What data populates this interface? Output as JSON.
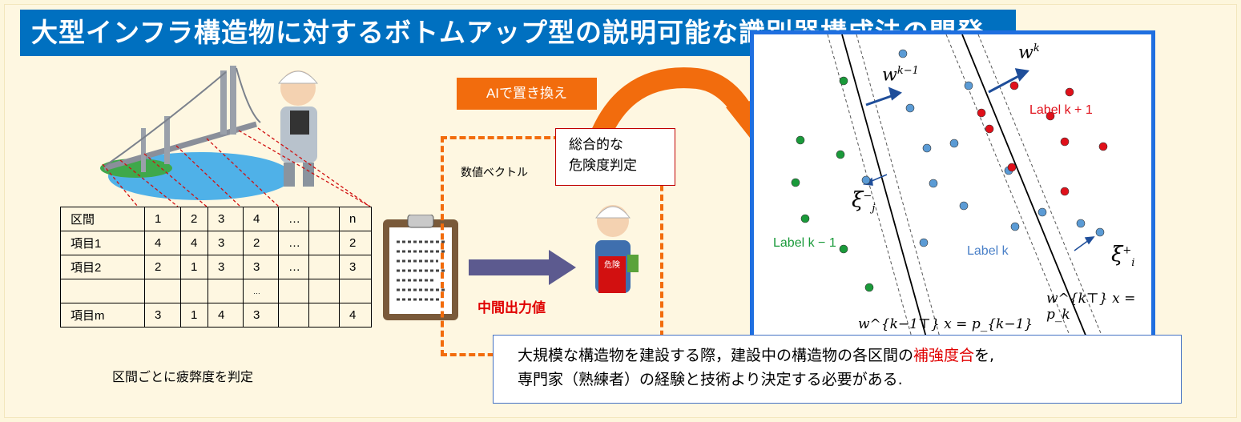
{
  "title": "大型インフラ構造物に対するボトムアップ型の説明可能な識別器構成法の開発",
  "table": {
    "rows": [
      [
        "区間",
        "1",
        "2",
        "3",
        "4",
        "…",
        "",
        "n"
      ],
      [
        "項目1",
        "4",
        "4",
        "3",
        "2",
        "…",
        "",
        "2"
      ],
      [
        "項目2",
        "2",
        "1",
        "3",
        "3",
        "…",
        "",
        "3"
      ],
      [
        "",
        "",
        "",
        "",
        "…",
        "",
        "",
        ""
      ],
      [
        "項目m",
        "3",
        "1",
        "4",
        "3",
        "",
        "",
        "4"
      ]
    ],
    "caption": "区間ごとに疲弊度を判定"
  },
  "ai_replace_label": "AIで置き換え",
  "vector_label": "数値ベクトル",
  "judge": {
    "line1": "総合的な",
    "line2": "危険度判定"
  },
  "danger_tag": "危険",
  "mid_output_label": "中間出力値",
  "plot": {
    "label_prev": "Label  k − 1",
    "label_curr": "Label k",
    "label_next": "Label  k + 1",
    "w_prev": "w",
    "w_prev_sup": "k−1",
    "w_curr": "w",
    "w_curr_sup": "k",
    "xi_minus": "ξ",
    "xi_minus_sup": "−",
    "xi_minus_sub": "j",
    "xi_plus": "ξ",
    "xi_plus_sup": "+",
    "xi_plus_sub": "i",
    "eq_prev": "w^{k−1⊤} x = p_{k−1}",
    "eq_curr": "w^{k⊤} x = p_k",
    "colors": {
      "green": "#1a9a3a",
      "blue": "#5b9bd5",
      "red": "#e0101a",
      "arrow": "#1f4e9a"
    }
  },
  "note": {
    "line1_a": "大規模な構造物を建設する際，建設中の構造物の各区間の",
    "line1_red": "補強度合",
    "line1_b": "を,",
    "line2": "専門家（熟練者）の経験と技術より決定する必要がある."
  }
}
